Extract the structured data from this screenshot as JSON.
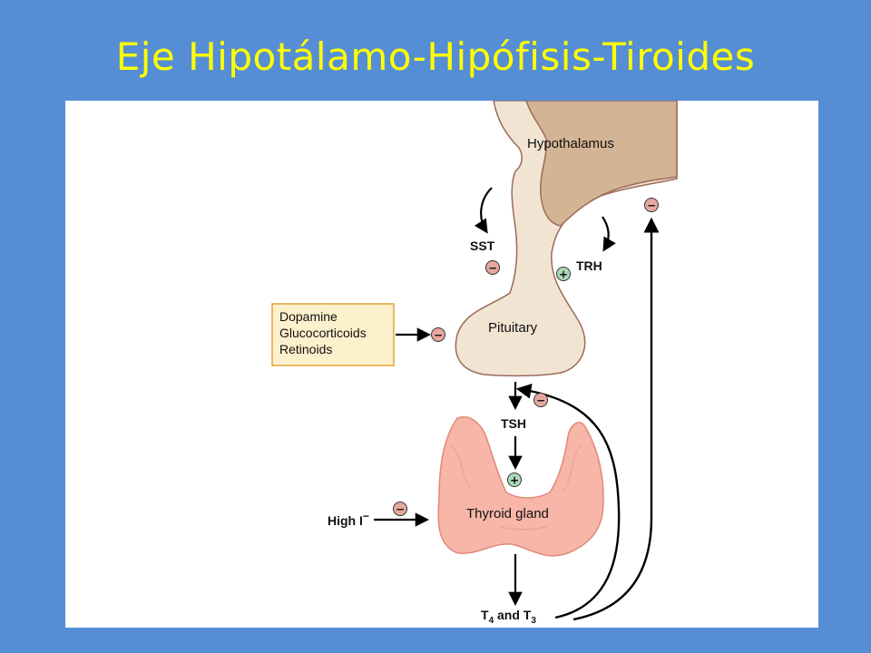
{
  "slide": {
    "title": "Eje Hipotálamo-Hipófisis-Tiroides"
  },
  "diagram": {
    "hypothalamus_label": "Hypothalamus",
    "pituitary_label": "Pituitary",
    "thyroid_label": "Thyroid gland",
    "sst_label": "SST",
    "trh_label": "TRH",
    "tsh_label": "TSH",
    "high_iodide_label": "High I",
    "high_iodide_superscript": "−",
    "t4_t3_parts": [
      "T",
      "4",
      " and T",
      "3"
    ],
    "inhibitor_box_items": [
      "Dopamine",
      "Glucocorticoids",
      "Retinoids"
    ],
    "minus_sign": "−",
    "plus_sign": "+"
  },
  "colors": {
    "background": "#558ed5",
    "title": "#ffff00",
    "hypothalamus_fill": "#d3b494",
    "pituitary_fill": "#f2e4d2",
    "tissue_outline": "#9b6b5a",
    "thyroid_fill": "#f7b6a8",
    "thyroid_outline": "#e1897a",
    "inhibitor_box_fill": "#fdf0cc",
    "inhibitor_box_border": "#e3a336",
    "minus_badge": "#e7a79f",
    "plus_badge": "#aed9b9"
  }
}
